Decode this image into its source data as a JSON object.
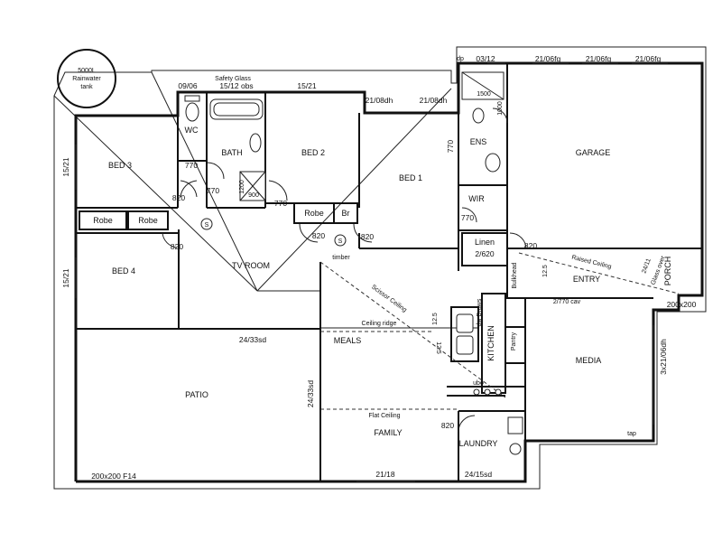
{
  "rooms": {
    "bed3": "BED 3",
    "bed2": "BED 2",
    "bed1": "BED 1",
    "bed4": "BED 4",
    "wc": "WC",
    "bath": "BATH",
    "ens": "ENS",
    "wir": "WIR",
    "garage": "GARAGE",
    "robe1": "Robe",
    "robe2": "Robe",
    "robe3": "Robe",
    "linen": "Linen",
    "linen_size": "2/620",
    "br": "Br",
    "tv_room": "TV ROOM",
    "meals": "MEALS",
    "kitchen": "KITCHEN",
    "pantry": "Pantry",
    "media": "MEDIA",
    "patio": "PATIO",
    "family": "FAMILY",
    "laundry": "LAUNDRY",
    "entry": "ENTRY",
    "porch": "PORCH"
  },
  "tank": {
    "line1": "5000L",
    "line2": "Rainwater",
    "line3": "tank"
  },
  "windows": {
    "w1": "03/12",
    "w2": "21/06fg",
    "w3": "21/06fg",
    "w4": "21/06fg",
    "w5": "09/06",
    "w6": "Safety Glass",
    "w7": "15/12 obs",
    "w8": "15/21",
    "w9": "21/08dh",
    "w10": "21/08dh",
    "w11": "15/21",
    "w12": "15/21",
    "w13": "24/33sd",
    "w14": "24/33sd",
    "w15": "21/18",
    "w16": "24/15sd",
    "w17": "3x21/06dh",
    "w18": "2/770 cav",
    "w19": "24/11",
    "w20": "Glass over",
    "w21": "200x200",
    "w22": "200x200 F14"
  },
  "doors": {
    "d1": "770",
    "d2": "770",
    "d3": "770",
    "d4": "770",
    "d5": "770",
    "d6": "820",
    "d7": "820",
    "d8": "820",
    "d9": "820",
    "d10": "820",
    "d11": "820",
    "d12": "900",
    "d13": "1200",
    "d14": "1500",
    "d15": "1000"
  },
  "notes": {
    "scissor": "Scissor Ceiling",
    "ridge": "Ceiling ridge",
    "flat": "Flat Ceiling",
    "raised": "Raised Ceiling",
    "bulkhead": "Bulkhead",
    "pitch1": "12.5",
    "pitch2": "12.5",
    "pitch3": "12.5",
    "smoke1": "S",
    "smoke2": "S",
    "dp": "dp",
    "tap": "tap",
    "ubo": "ubo",
    "drawers": "dw Draws",
    "timber": "timber"
  }
}
